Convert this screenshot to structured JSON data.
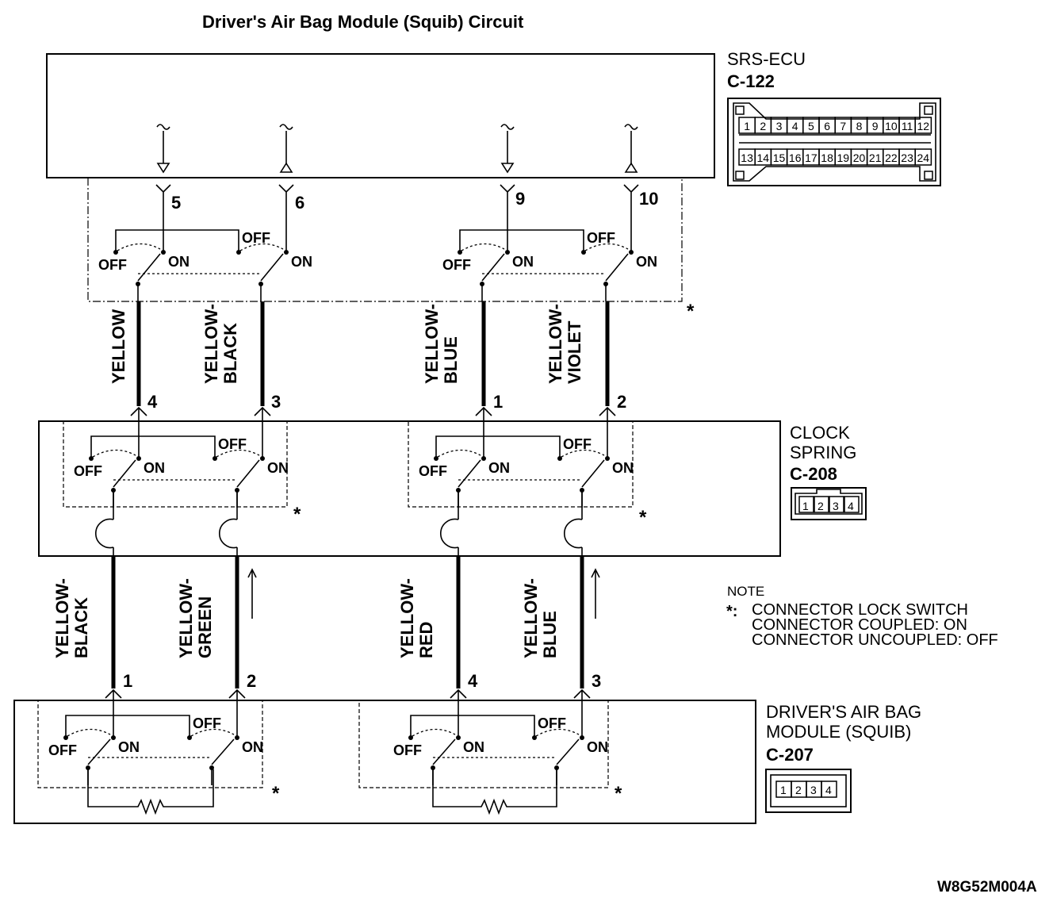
{
  "title": "Driver's Air Bag Module (Squib) Circuit",
  "ecu": {
    "name": "SRS-ECU",
    "connector": "C-122",
    "pins_row1": [
      "1",
      "2",
      "3",
      "4",
      "5",
      "6",
      "7",
      "8",
      "9",
      "10",
      "11",
      "12"
    ],
    "pins_row2": [
      "13",
      "14",
      "15",
      "16",
      "17",
      "18",
      "19",
      "20",
      "21",
      "22",
      "23",
      "24"
    ],
    "terminals": [
      "5",
      "6",
      "9",
      "10"
    ]
  },
  "clock_spring": {
    "name_line1": "CLOCK",
    "name_line2": "SPRING",
    "connector": "C-208",
    "pins": [
      "1",
      "2",
      "3",
      "4"
    ],
    "top_terminals": [
      "4",
      "3",
      "1",
      "2"
    ],
    "bottom_terminals": [
      "1",
      "2",
      "4",
      "3"
    ]
  },
  "airbag": {
    "name_line1": "DRIVER'S AIR BAG",
    "name_line2": "MODULE (SQUIB)",
    "connector": "C-207",
    "pins": [
      "1",
      "2",
      "3",
      "4"
    ]
  },
  "wires_upper": [
    {
      "line1": "YELLOW",
      "line2": ""
    },
    {
      "line1": "YELLOW-",
      "line2": "BLACK"
    },
    {
      "line1": "YELLOW-",
      "line2": "BLUE"
    },
    {
      "line1": "YELLOW-",
      "line2": "VIOLET"
    }
  ],
  "wires_lower": [
    {
      "line1": "YELLOW-",
      "line2": "BLACK"
    },
    {
      "line1": "YELLOW-",
      "line2": "GREEN"
    },
    {
      "line1": "YELLOW-",
      "line2": "RED"
    },
    {
      "line1": "YELLOW-",
      "line2": "BLUE"
    }
  ],
  "switch_labels": {
    "on": "ON",
    "off": "OFF"
  },
  "star": "*",
  "note": {
    "heading": "NOTE",
    "marker": "*:",
    "line1": "CONNECTOR LOCK SWITCH",
    "line2": "CONNECTOR COUPLED: ON",
    "line3": "CONNECTOR UNCOUPLED: OFF"
  },
  "figure_code": "W8G52M004A"
}
